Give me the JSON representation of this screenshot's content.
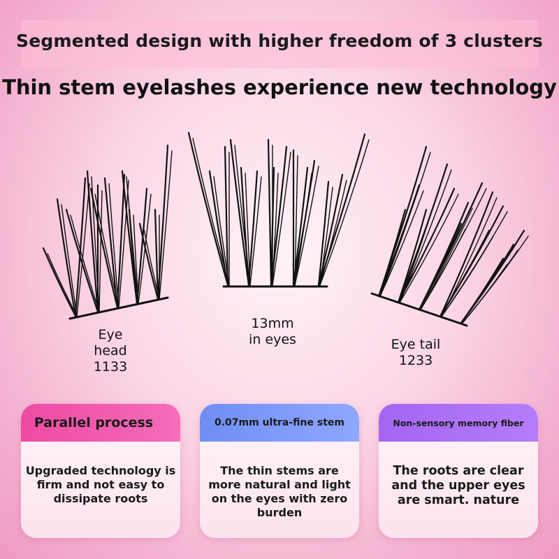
{
  "header": {
    "line1": "Segmented design with higher freedom of 3 clusters",
    "line2": "Thin stem eyelashes experience new technology"
  },
  "lashes": [
    {
      "lines": [
        "Eye",
        "head",
        "1133"
      ]
    },
    {
      "lines": [
        "13mm",
        "in eyes"
      ]
    },
    {
      "lines": [
        "Eye tail",
        "1233"
      ]
    }
  ],
  "cards": [
    {
      "title": "Parallel process",
      "text": "Upgraded technology is firm and not easy to dissipate roots",
      "color": "#ee4aa3"
    },
    {
      "title": "0.07mm ultra-fine stem",
      "text": "The thin stems are more natural and light on the eyes with zero burden",
      "color": "#7a96f8"
    },
    {
      "title": "Non-sensory memory fiber",
      "text": "The roots are clear and the upper eyes are smart. nature",
      "color": "#ab6ff6"
    }
  ],
  "colors": {
    "background": "#f3aacb",
    "text": "#1a1a1a"
  }
}
